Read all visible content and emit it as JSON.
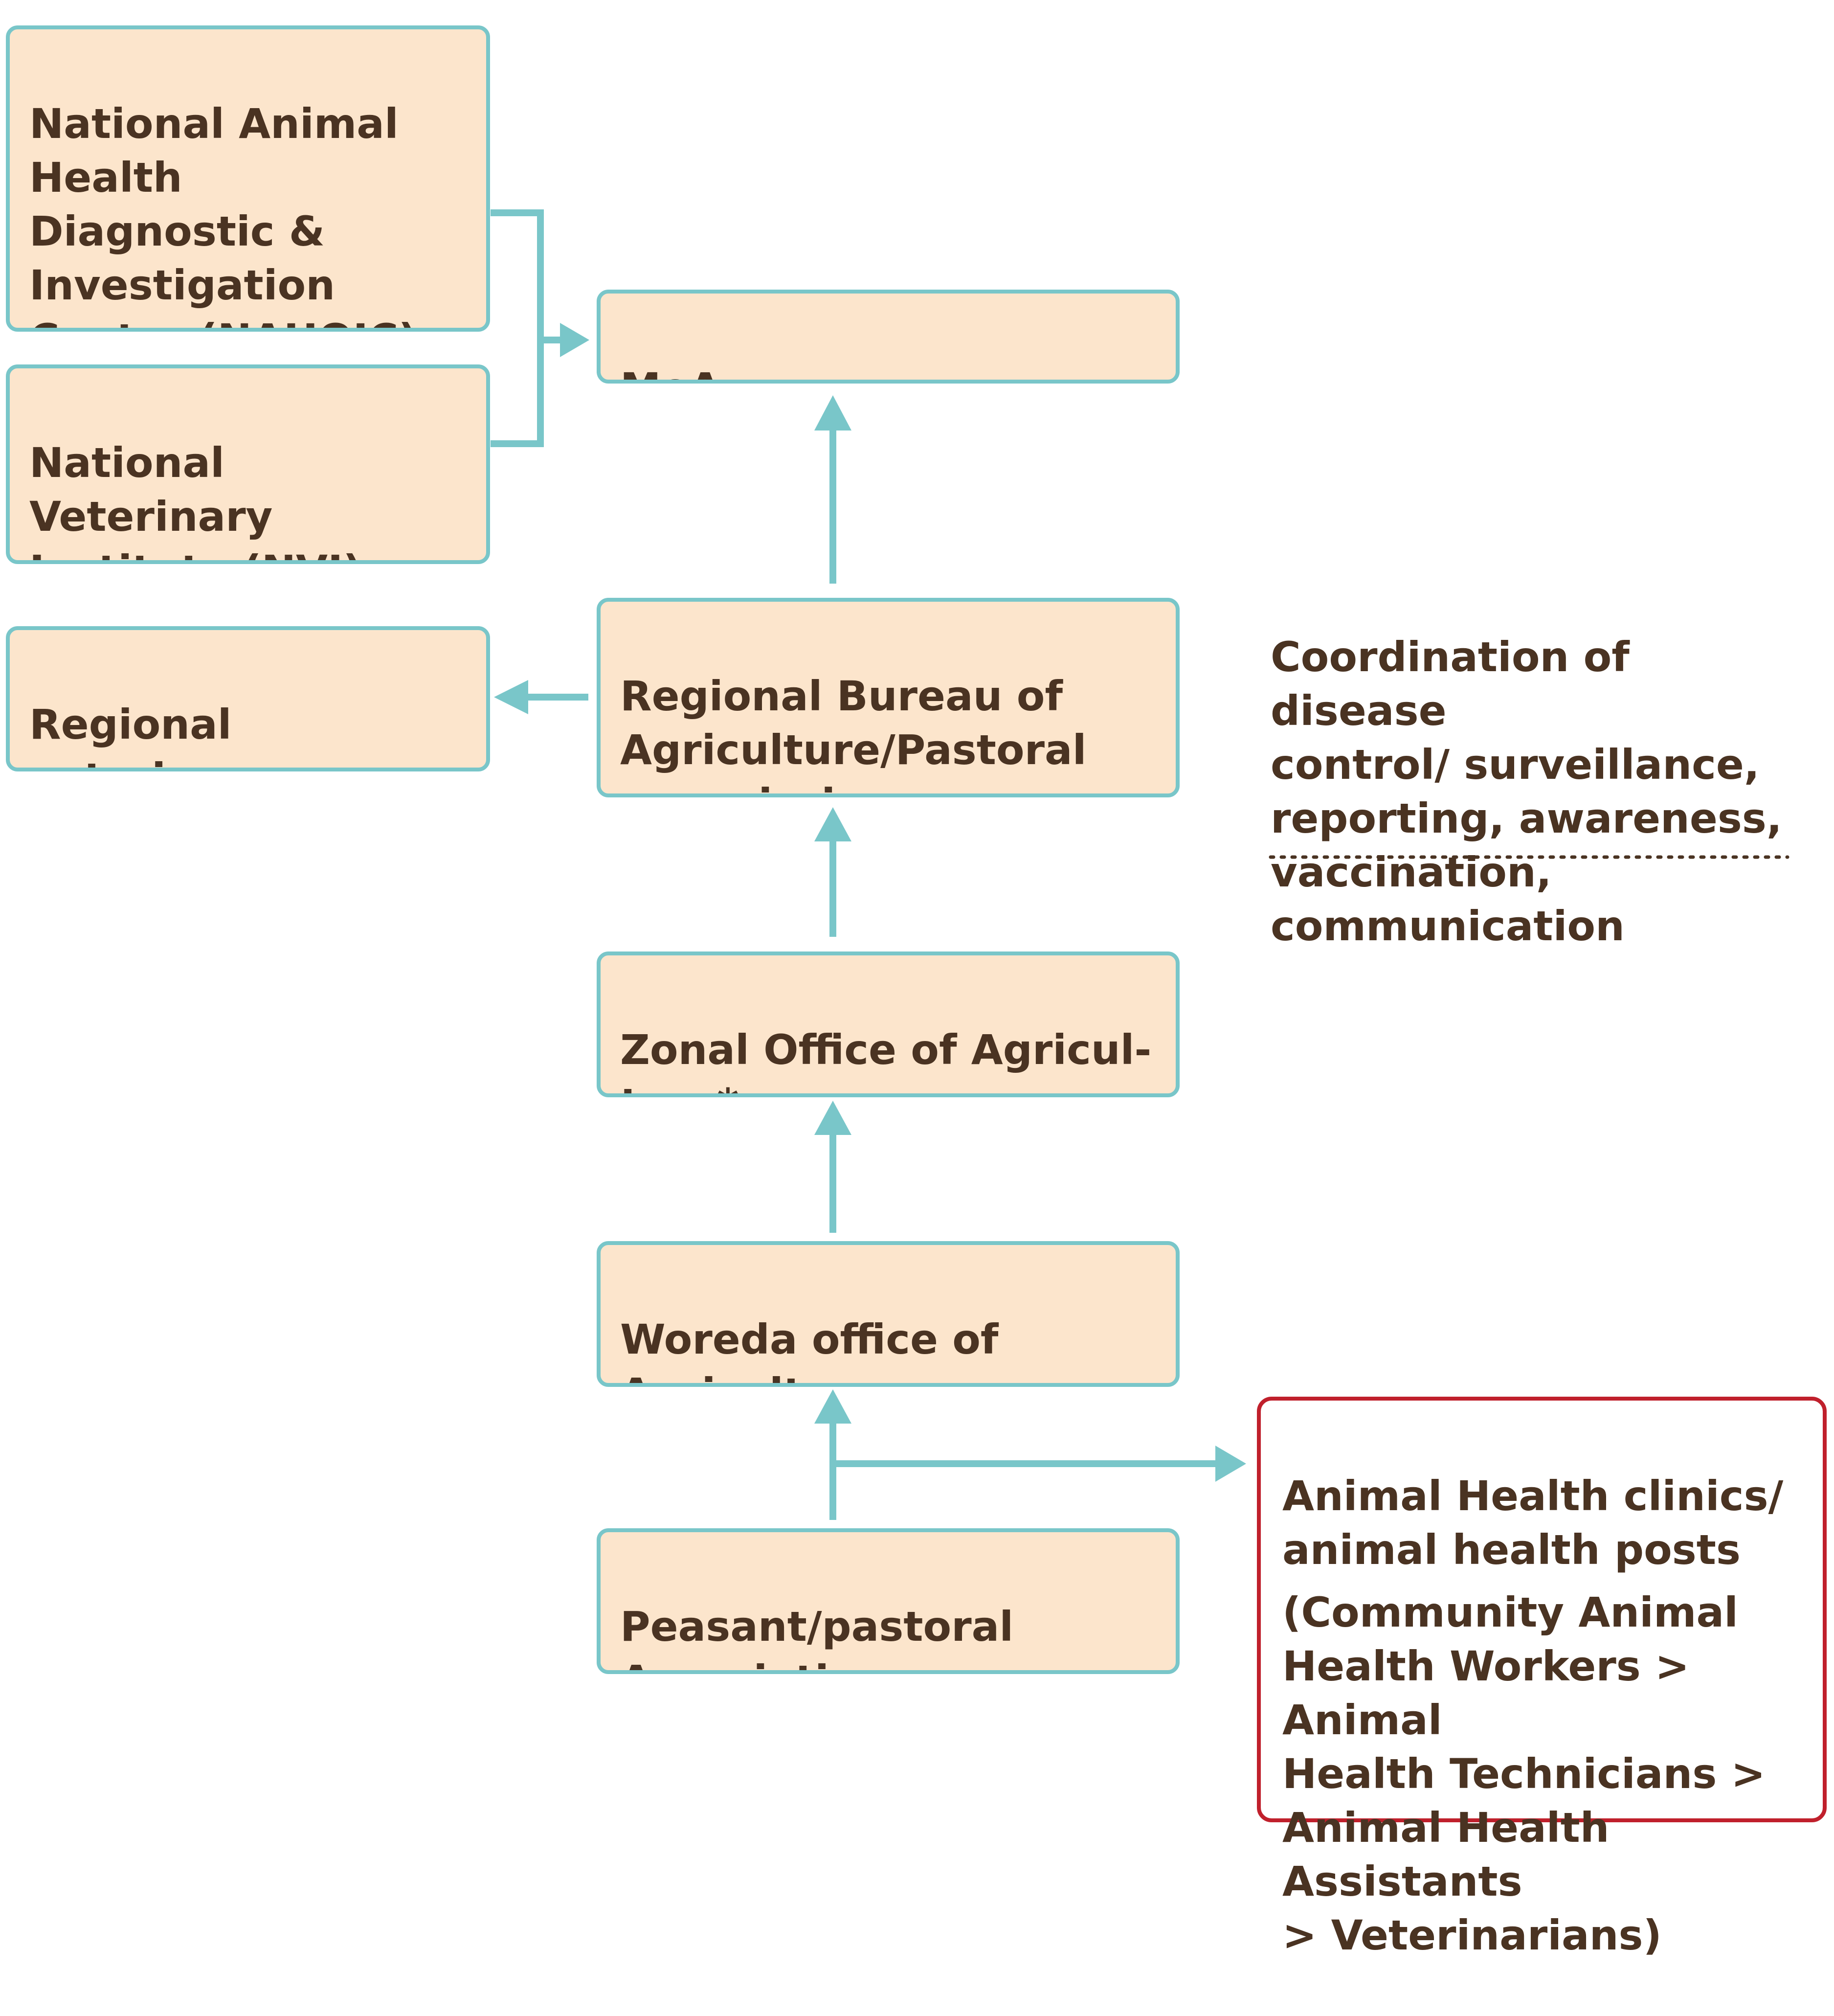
{
  "nodes": {
    "nahdic": "National Animal\nHealth\nDiagnostic &\nInvestigation\nCenter (NAHOIC)",
    "nvi": "National Veterinary\nInstitute (NVI)\n(Vaccine production)",
    "regional_lab": "Regional\nveterinary laboratory",
    "moa": "MoA",
    "regional_bureau": "Regional Bureau of\nAgriculture/Pastoral\ncommission",
    "zonal": "Zonal Office of Agricul-\nture*",
    "woreda": "Woreda office of\nAgriculture",
    "peasant": "Peasant/pastoral\nAssociation"
  },
  "note": "Coordination of disease\ncontrol/ surveillance,\nreporting, awareness,\nvaccination,\ncommunication",
  "clinic": {
    "title": "Animal Health clinics/\nanimal health posts",
    "detail": "(Community Animal\nHealth Workers > Animal\nHealth Technicians >\nAnimal Health Assistants\n> Veterinarians)"
  },
  "colors": {
    "box_fill": "#fce5cc",
    "box_border": "#79c6c9",
    "arrow": "#79c6c9",
    "clinic_border": "#c0202c",
    "text": "#4a3322"
  }
}
